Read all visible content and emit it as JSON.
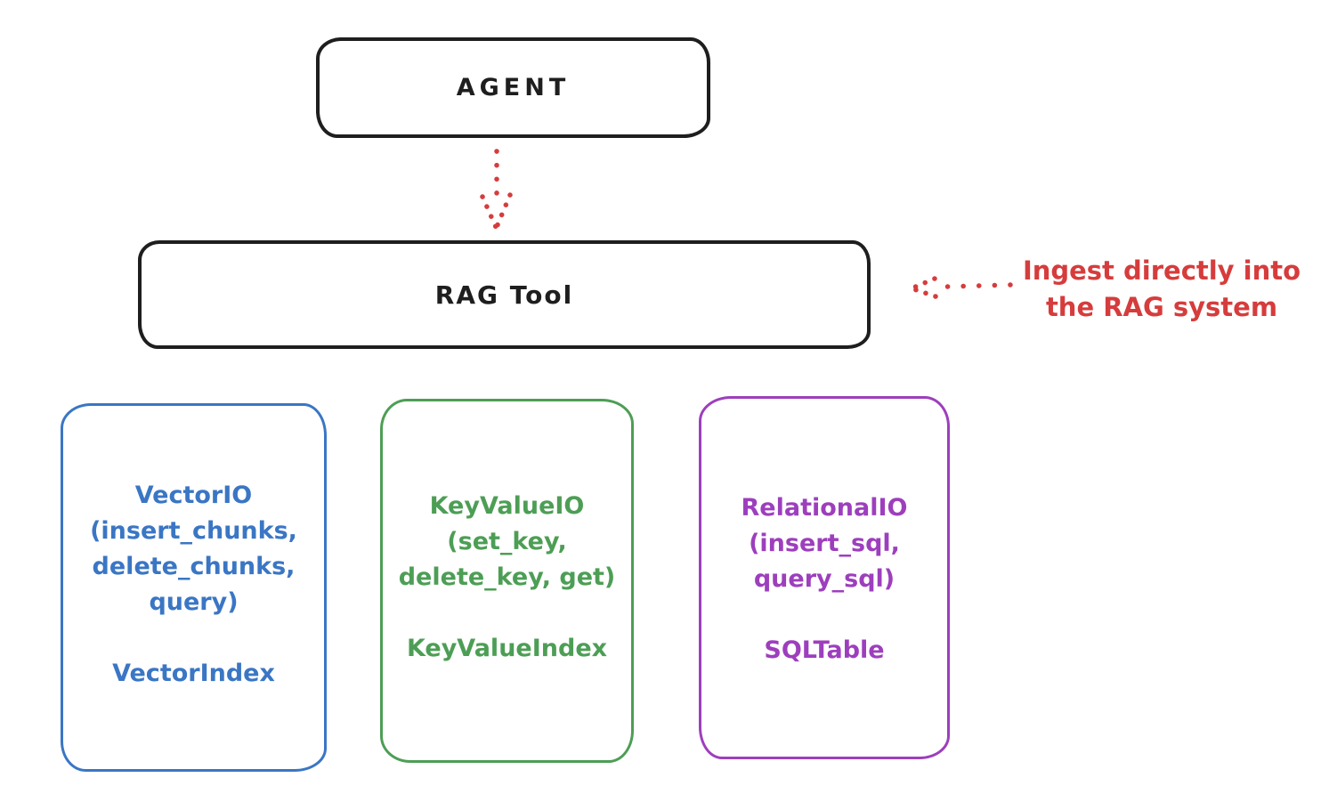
{
  "agent_box": {
    "label": "AGENT"
  },
  "rag_tool_box": {
    "label": "RAG Tool"
  },
  "ingest_annotation": {
    "line1": "Ingest directly into",
    "line2": "the RAG system"
  },
  "io_boxes": [
    {
      "name": "vector-io",
      "color": "#3a76c4",
      "lines": [
        "VectorIO",
        "(insert_chunks,",
        "delete_chunks,",
        "query)"
      ],
      "footer": "VectorIndex"
    },
    {
      "name": "keyvalue-io",
      "color": "#4d9e55",
      "lines": [
        "KeyValueIO",
        "(set_key,",
        "delete_key, get)"
      ],
      "footer": "KeyValueIndex"
    },
    {
      "name": "relational-io",
      "color": "#9d3fbd",
      "lines": [
        "RelationalIO",
        "(insert_sql,",
        "query_sql)"
      ],
      "footer": "SQLTable"
    }
  ],
  "colors": {
    "ink": "#1e1e1e",
    "accent_red": "#d63c3c",
    "vector_blue": "#3a76c4",
    "keyvalue_green": "#4d9e55",
    "relational_purple": "#9d3fbd",
    "background": "#ffffff"
  }
}
